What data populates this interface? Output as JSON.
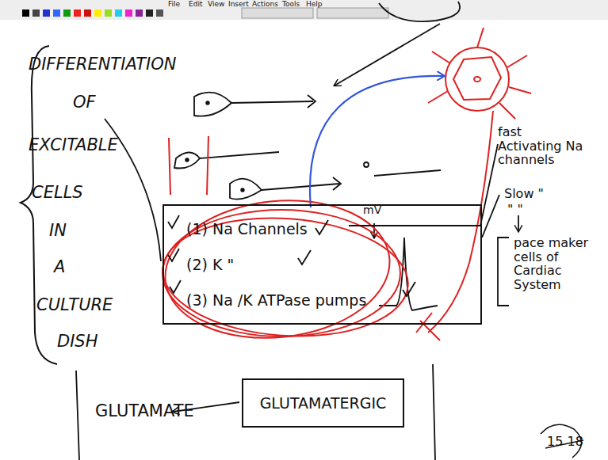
{
  "diagram": {
    "nodes": [
      {
        "text": [
          "(1) Na Channels",
          "(2) K \"",
          "(3) Na /K ATPase pumps"
        ]
      },
      {
        "text": [
          "GLUTAMATERGIC"
        ]
      }
    ],
    "labels": [
      "File",
      "Edit",
      "View",
      "Insert",
      "Actions",
      "Tools",
      "Help",
      "DIFFERENTIATION",
      "OF",
      "EXCITABLE",
      "CELLS",
      "IN",
      "A",
      "CULTURE",
      "DISH",
      "mV",
      "fast Activating Na channels",
      "Slow \"",
      "\" \"",
      "pace maker cells of Cardiac System",
      "GLUTAMATE",
      "15 18"
    ]
  }
}
